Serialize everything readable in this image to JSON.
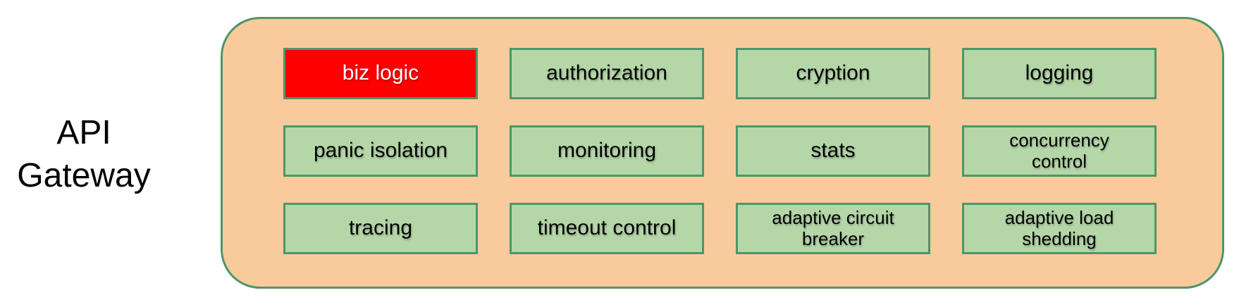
{
  "diagram": {
    "title": "API Gateway",
    "colors": {
      "background": "#FFFFFF",
      "text": "#000000",
      "container_fill": "#F9CB9C",
      "container_border": "#4E9668",
      "cell_fill": "#B5D7A8",
      "cell_border": "#4E9668",
      "highlight_fill": "#FF0000",
      "highlight_text": "#FFFFFF"
    },
    "cells": [
      {
        "label": "biz logic",
        "highlight": true
      },
      {
        "label": "authorization",
        "highlight": false
      },
      {
        "label": "cryption",
        "highlight": false
      },
      {
        "label": "logging",
        "highlight": false
      },
      {
        "label": "panic isolation",
        "highlight": false
      },
      {
        "label": "monitoring",
        "highlight": false
      },
      {
        "label": "stats",
        "highlight": false
      },
      {
        "label": "concurrency control",
        "highlight": false
      },
      {
        "label": "tracing",
        "highlight": false
      },
      {
        "label": "timeout control",
        "highlight": false
      },
      {
        "label": "adaptive circuit breaker",
        "highlight": false
      },
      {
        "label": "adaptive load shedding",
        "highlight": false
      }
    ]
  }
}
